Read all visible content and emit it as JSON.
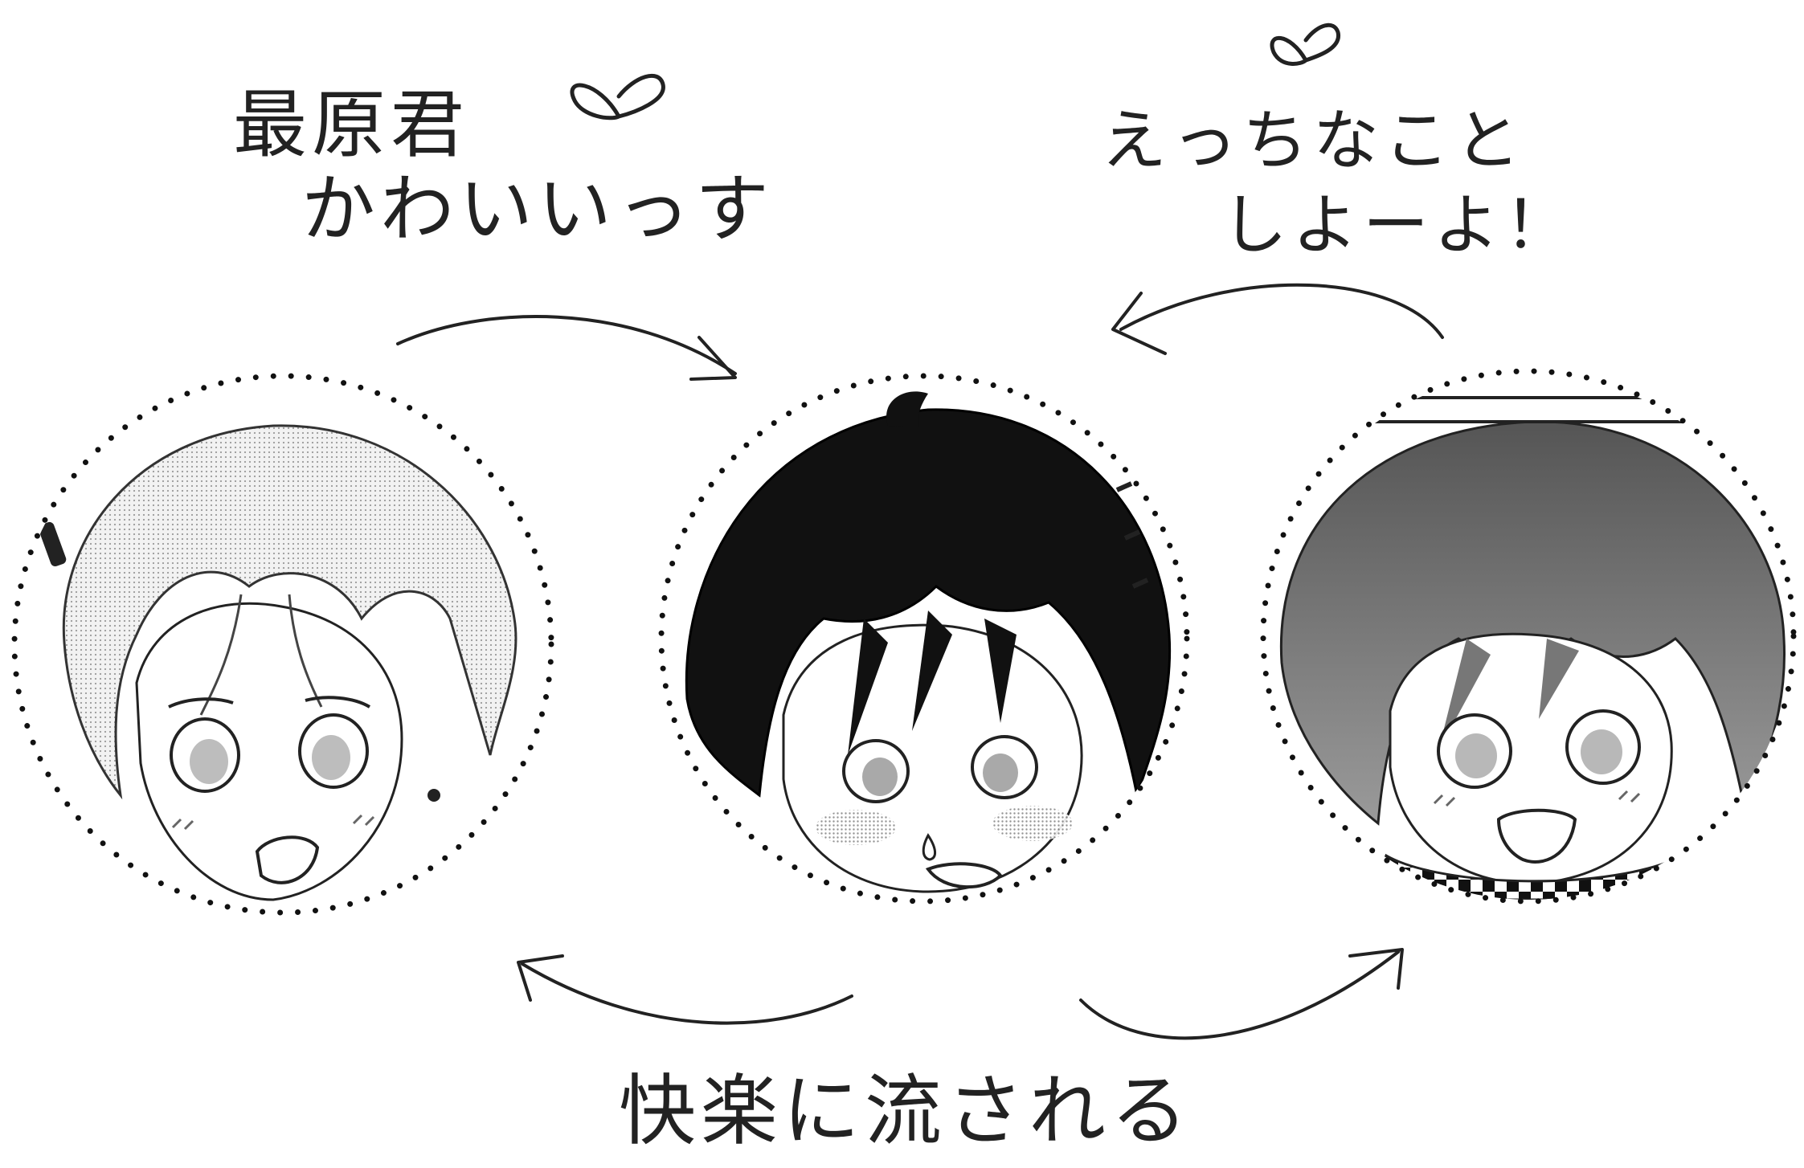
{
  "captions": {
    "left_line1": "最原君",
    "left_line2": "かわいいっす",
    "right_line1": "えっちなこと",
    "right_line2": "しよーよ！",
    "bottom": "快楽に流される"
  },
  "icons": {
    "heart_left": "heart-outline-icon",
    "heart_right": "heart-outline-icon",
    "arrow_top_left": "curved-arrow-right-icon",
    "arrow_top_right": "curved-arrow-left-icon",
    "arrow_bottom_left": "curved-arrow-left-icon",
    "arrow_bottom_right": "curved-arrow-right-icon"
  },
  "colors": {
    "ink": "#1a1a1a",
    "paper": "#ffffff",
    "screentone_light": "#d9d9d9",
    "screentone_mid": "#a6a6a6",
    "hair_dark": "#111111"
  }
}
